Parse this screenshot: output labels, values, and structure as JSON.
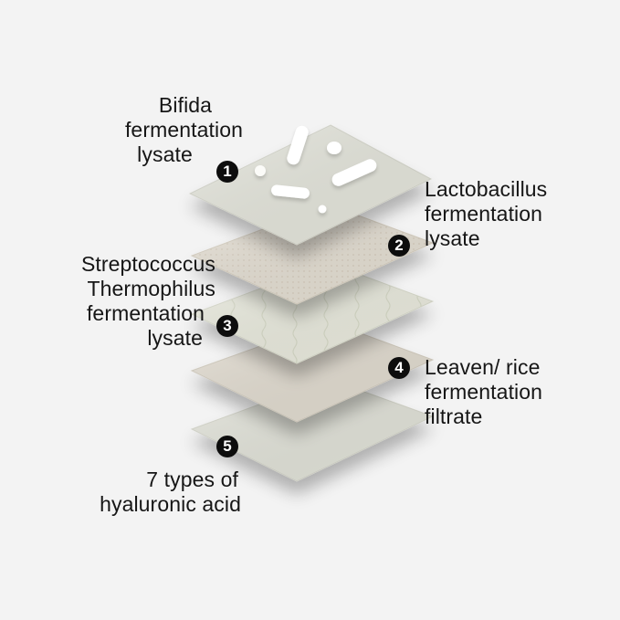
{
  "diagram": {
    "background": "#f3f3f3",
    "layers": [
      {
        "number": "1",
        "label_lines": [
          "Bifida",
          "fermentation",
          "lysate"
        ],
        "color": "#e6e7dd",
        "texture": "bacteria"
      },
      {
        "number": "2",
        "label_lines": [
          "Lactobacillus",
          "fermentation",
          "lysate"
        ],
        "color": "#e6e0d4",
        "texture": "dots"
      },
      {
        "number": "3",
        "label_lines": [
          "Streptococcus",
          "Thermophilus",
          "fermentation",
          "lysate"
        ],
        "color": "#ebecdf",
        "texture": "waves"
      },
      {
        "number": "4",
        "label_lines": [
          "Leaven/ rice",
          "fermentation",
          "filtrate"
        ],
        "color": "#e3ddd1",
        "texture": "plain"
      },
      {
        "number": "5",
        "label_lines": [
          "7 types of",
          "hyaluronic acid"
        ],
        "color": "#e3e4da",
        "texture": "plain"
      }
    ]
  }
}
